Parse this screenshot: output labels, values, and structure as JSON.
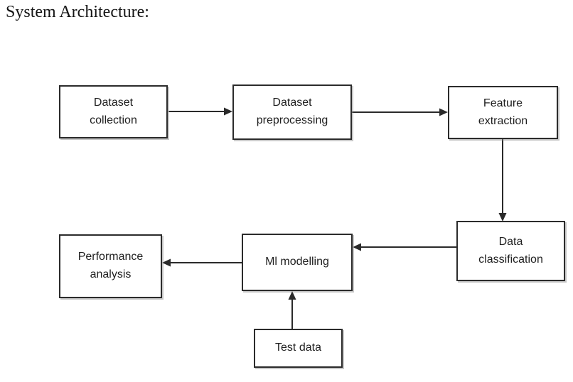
{
  "page": {
    "title": "System Architecture:"
  },
  "diagram": {
    "type": "flowchart",
    "nodes": [
      {
        "id": "dataset-collection",
        "label": "Dataset collection"
      },
      {
        "id": "dataset-preprocessing",
        "label": "Dataset preprocessing"
      },
      {
        "id": "feature-extraction",
        "label": "Feature extraction"
      },
      {
        "id": "data-classification",
        "label": "Data classification"
      },
      {
        "id": "ml-modelling",
        "label": "Ml modelling"
      },
      {
        "id": "performance-analysis",
        "label": "Performance analysis"
      },
      {
        "id": "test-data",
        "label": "Test data"
      }
    ],
    "edges": [
      {
        "from": "dataset-collection",
        "to": "dataset-preprocessing",
        "direction": "right"
      },
      {
        "from": "dataset-preprocessing",
        "to": "feature-extraction",
        "direction": "right"
      },
      {
        "from": "feature-extraction",
        "to": "data-classification",
        "direction": "down"
      },
      {
        "from": "data-classification",
        "to": "ml-modelling",
        "direction": "left"
      },
      {
        "from": "ml-modelling",
        "to": "performance-analysis",
        "direction": "left"
      },
      {
        "from": "test-data",
        "to": "ml-modelling",
        "direction": "up"
      }
    ],
    "colors": {
      "background": "#ffffff",
      "box_border": "#2b2b2b",
      "box_fill": "#ffffff",
      "text": "#202020",
      "arrow": "#2a2a2a"
    }
  }
}
